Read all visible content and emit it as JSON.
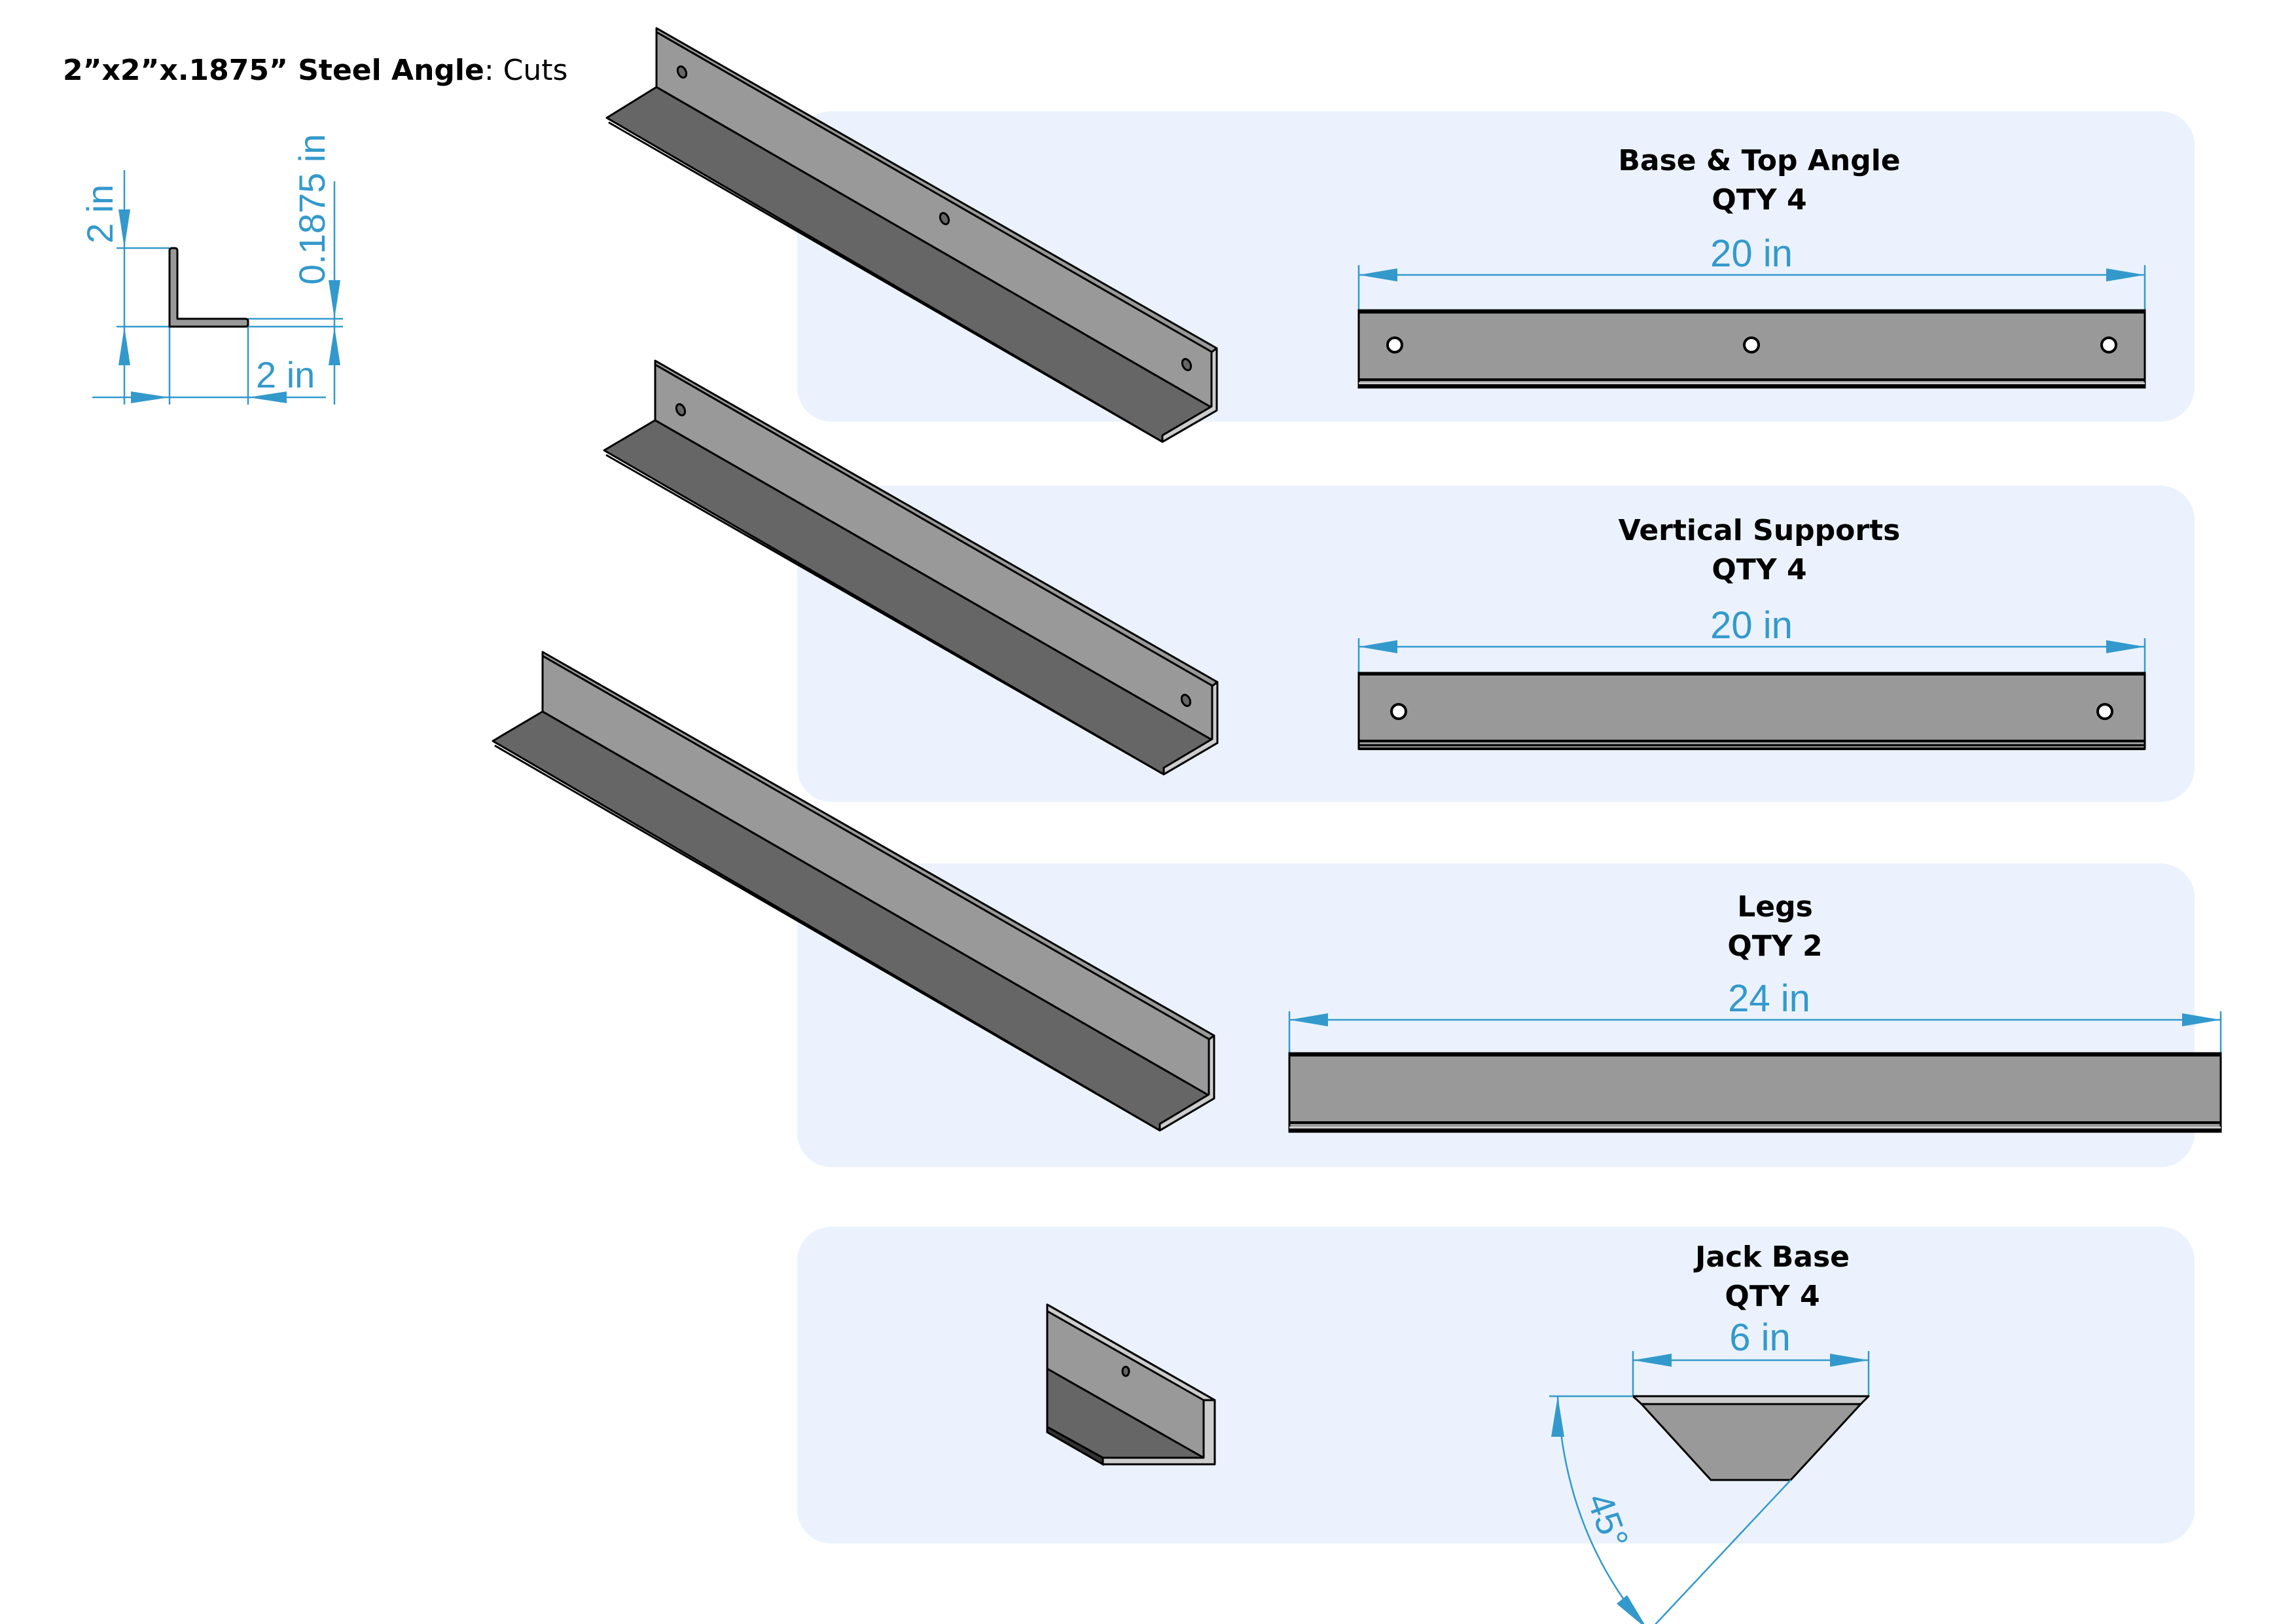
{
  "title": {
    "bold": "2”x2”x.1875” Steel Angle",
    "regular": ": Cuts"
  },
  "profile": {
    "height_label": "2 in",
    "width_label": "2 in",
    "thickness_label": "0.1875 in"
  },
  "colors": {
    "dimension": "#3399cc",
    "panel": "#ebf2fd",
    "steel_face": "#999999",
    "steel_shadow": "#666666",
    "steel_edge": "#cccccc"
  },
  "cuts": [
    {
      "name": "Base & Top Angle",
      "qty": "QTY 4",
      "length": "20 in",
      "holes": 3
    },
    {
      "name": "Vertical Supports",
      "qty": "QTY 4",
      "length": "20 in",
      "holes": 2
    },
    {
      "name": "Legs",
      "qty": "QTY 2",
      "length": "24 in",
      "holes": 0
    },
    {
      "name": "Jack Base",
      "qty": "QTY 4",
      "length": "6 in",
      "angle": "45°",
      "holes": 1
    }
  ]
}
